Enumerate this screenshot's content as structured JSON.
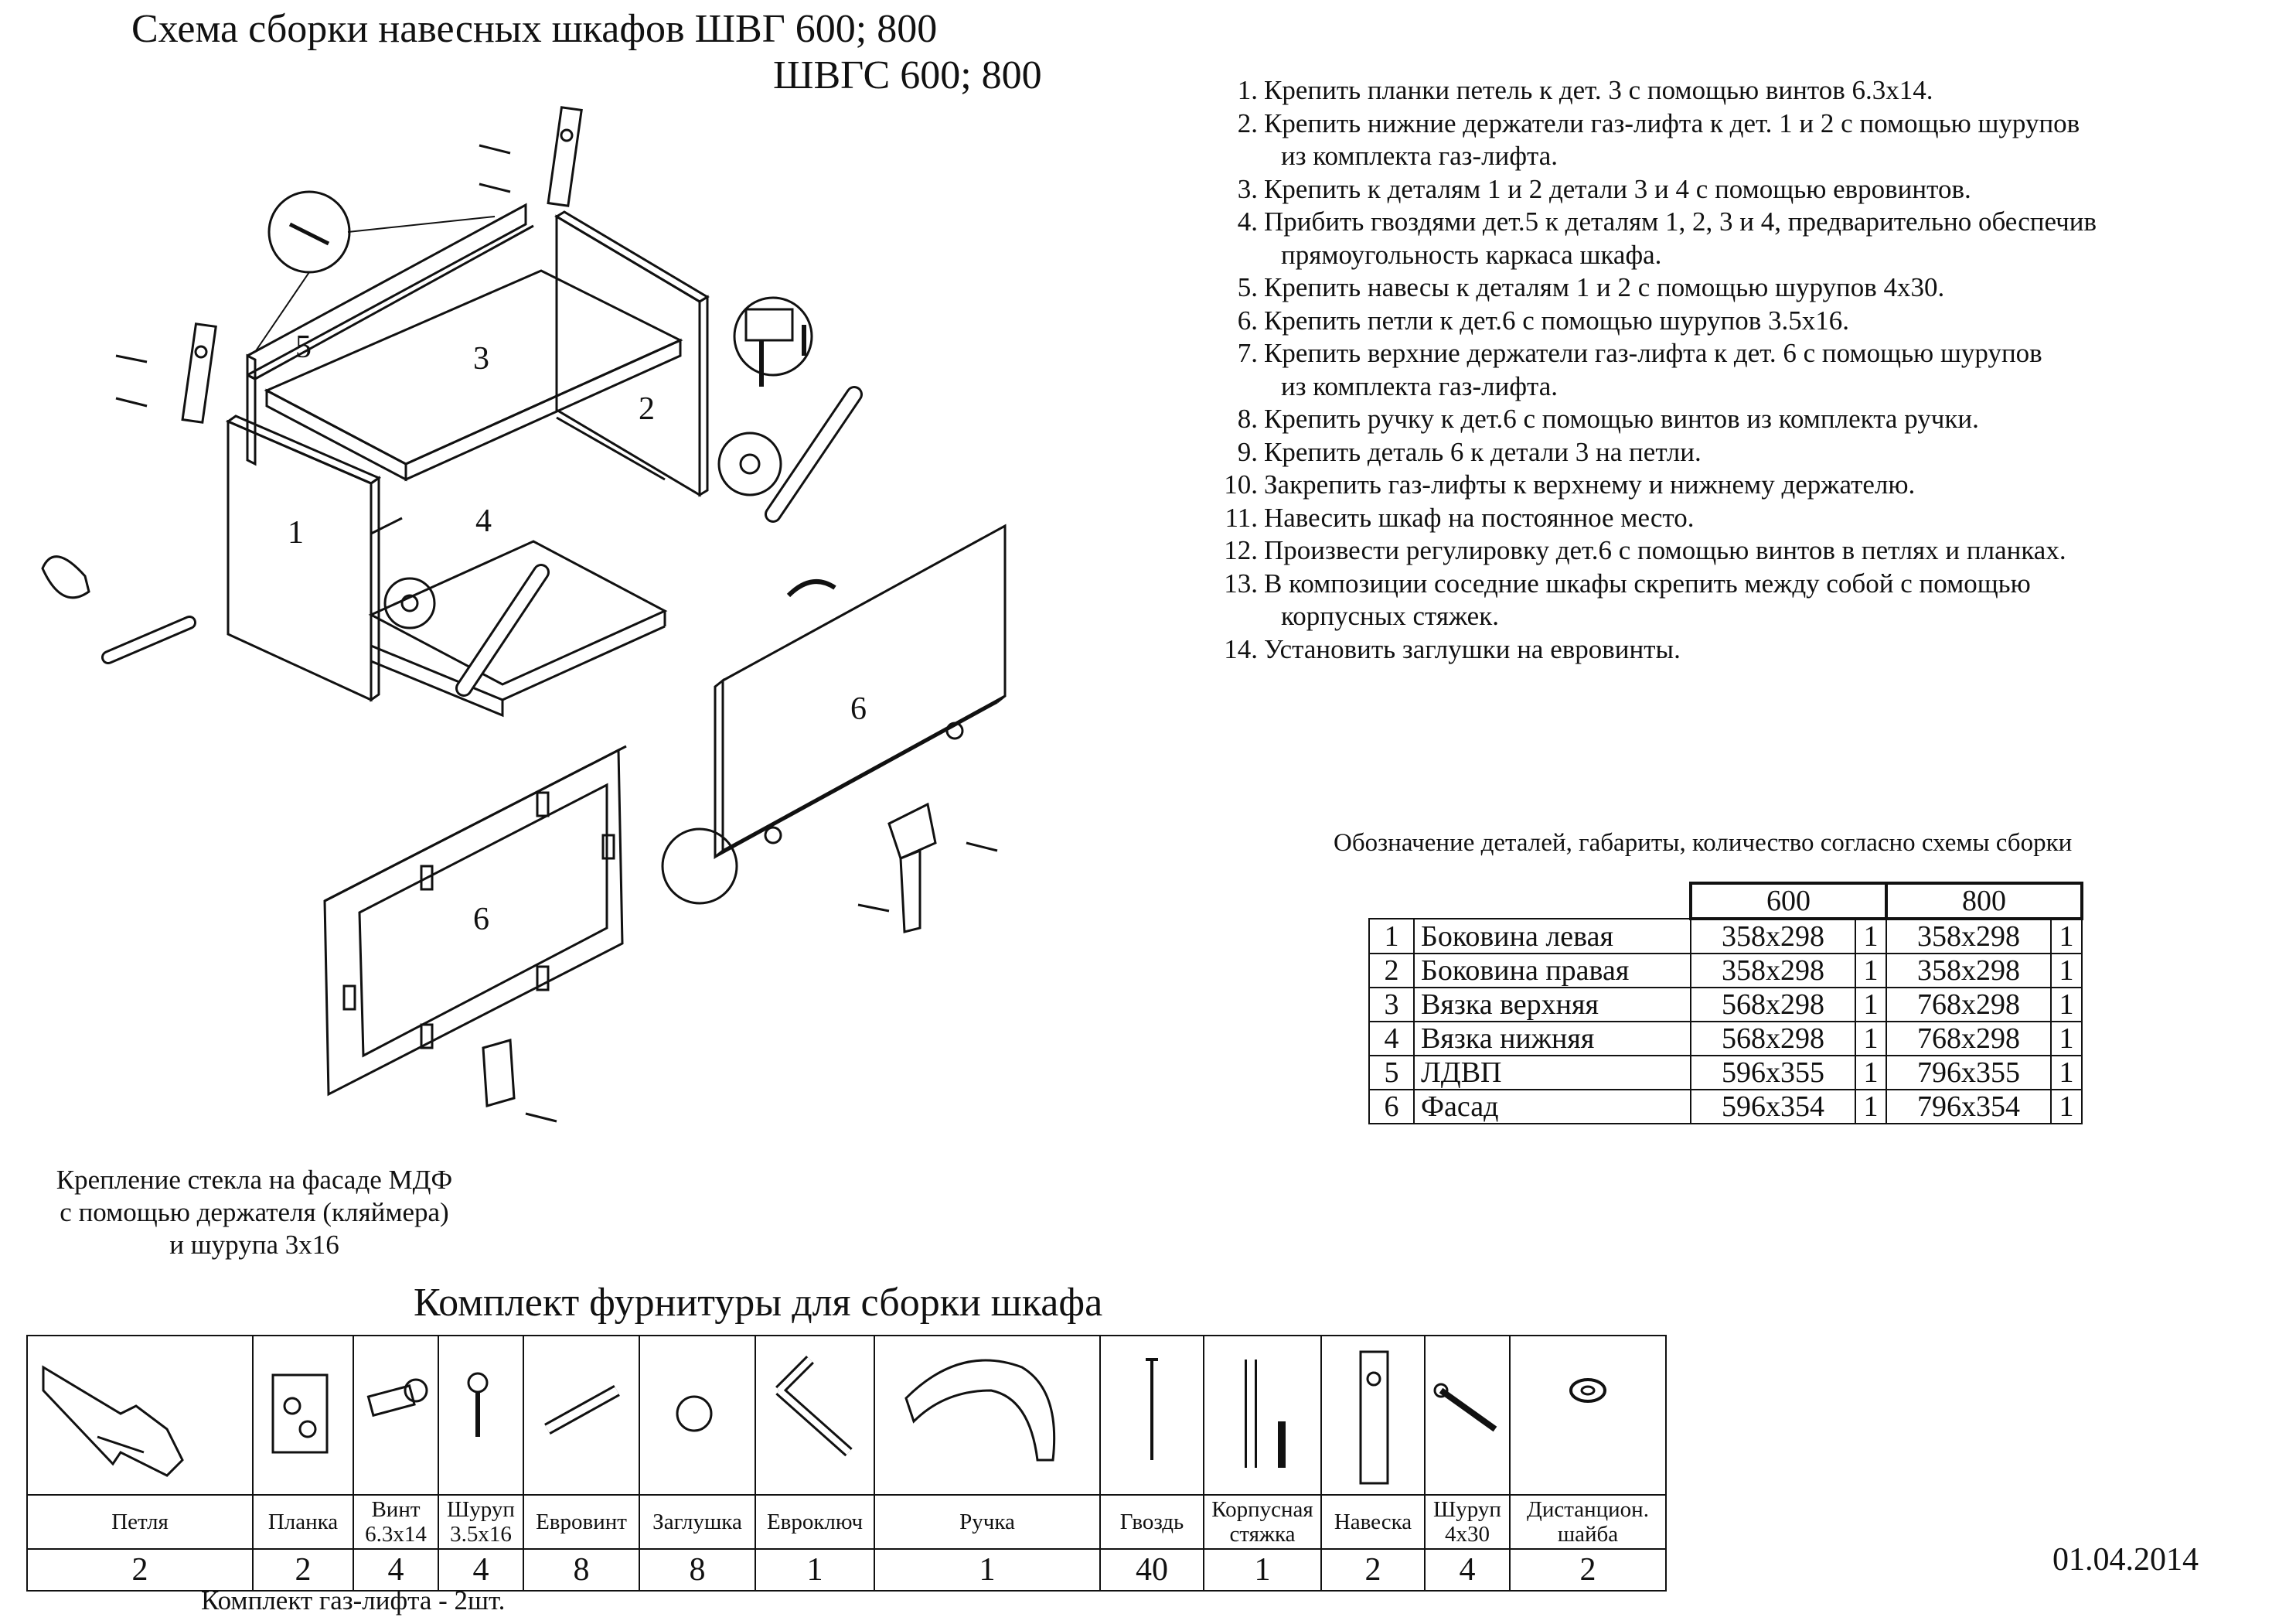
{
  "title": {
    "line1": "Схема сборки навесных шкафов ШВГ 600; 800",
    "line2": "ШВГС 600; 800"
  },
  "steps": [
    {
      "num": "1.",
      "text": "Крепить планки петель к дет. 3 с помощью винтов 6.3х14.",
      "cont": ""
    },
    {
      "num": "2.",
      "text": "Крепить нижние держатели газ-лифта к дет. 1 и 2 с помощью шурупов",
      "cont": "из комплекта газ-лифта."
    },
    {
      "num": "3.",
      "text": "Крепить к деталям 1 и 2 детали 3 и 4 с помощью евровинтов.",
      "cont": ""
    },
    {
      "num": "4.",
      "text": "Прибить гвоздями дет.5 к деталям 1, 2, 3 и 4, предварительно обеспечив",
      "cont": "прямоугольность каркаса шкафа."
    },
    {
      "num": "5.",
      "text": "Крепить навесы к деталям 1 и 2 с помощью шурупов 4х30.",
      "cont": ""
    },
    {
      "num": "6.",
      "text": "Крепить петли к дет.6 с помощью шурупов 3.5х16.",
      "cont": ""
    },
    {
      "num": "7.",
      "text": "Крепить верхние держатели газ-лифта к дет. 6 с помощью шурупов",
      "cont": "из комплекта газ-лифта."
    },
    {
      "num": "8.",
      "text": "Крепить ручку к дет.6 с помощью винтов из комплекта ручки.",
      "cont": ""
    },
    {
      "num": "9.",
      "text": "Крепить деталь 6 к детали 3 на петли.",
      "cont": ""
    },
    {
      "num": "10.",
      "text": "Закрепить газ-лифты к верхнему и нижнему держателю.",
      "cont": ""
    },
    {
      "num": "11.",
      "text": "Навесить шкаф на постоянное место.",
      "cont": ""
    },
    {
      "num": "12.",
      "text": "Произвести регулировку дет.6 с помощью винтов в петлях и планках.",
      "cont": ""
    },
    {
      "num": "13.",
      "text": "В композиции соседние шкафы скрепить между собой с помощью",
      "cont": "корпусных стяжек."
    },
    {
      "num": "14.",
      "text": "Установить заглушки на евровинты.",
      "cont": ""
    }
  ],
  "parts_table": {
    "caption": "Обозначение деталей, габариты, количество согласно схемы сборки",
    "sizes": [
      "600",
      "800"
    ],
    "rows": [
      {
        "n": "1",
        "name": "Боковина левая",
        "d600": "358x298",
        "q600": "1",
        "d800": "358x298",
        "q800": "1"
      },
      {
        "n": "2",
        "name": "Боковина правая",
        "d600": "358x298",
        "q600": "1",
        "d800": "358x298",
        "q800": "1"
      },
      {
        "n": "3",
        "name": "Вязка верхняя",
        "d600": "568x298",
        "q600": "1",
        "d800": "768x298",
        "q800": "1"
      },
      {
        "n": "4",
        "name": "Вязка нижняя",
        "d600": "568x298",
        "q600": "1",
        "d800": "768x298",
        "q800": "1"
      },
      {
        "n": "5",
        "name": "ЛДВП",
        "d600": "596x355",
        "q600": "1",
        "d800": "796x355",
        "q800": "1"
      },
      {
        "n": "6",
        "name": "Фасад",
        "d600": "596x354",
        "q600": "1",
        "d800": "796x354",
        "q800": "1"
      }
    ]
  },
  "diagram_labels": {
    "p1": "1",
    "p2": "2",
    "p3": "3",
    "p4": "4",
    "p5": "5",
    "p6a": "6",
    "p6b": "6"
  },
  "glass_caption": {
    "line1": "Крепление стекла на фасаде МДФ",
    "line2": "с помощью держателя (кляймера)",
    "line3": "и шурупа 3х16"
  },
  "kit": {
    "title": "Комплект фурнитуры для сборки шкафа",
    "items": [
      {
        "icon": "hinge-icon",
        "name": "Петля",
        "name2": "",
        "qty": "2"
      },
      {
        "icon": "mounting-plate-icon",
        "name": "Планка",
        "name2": "",
        "qty": "2"
      },
      {
        "icon": "bolt-icon",
        "name": "Винт",
        "name2": "6.3х14",
        "qty": "4"
      },
      {
        "icon": "screw-icon",
        "name": "Шуруп",
        "name2": "3.5х16",
        "qty": "4"
      },
      {
        "icon": "euroscrew-icon",
        "name": "Евровинт",
        "name2": "",
        "qty": "8"
      },
      {
        "icon": "cap-icon",
        "name": "Заглушка",
        "name2": "",
        "qty": "8"
      },
      {
        "icon": "hex-key-icon",
        "name": "Евроключ",
        "name2": "",
        "qty": "1"
      },
      {
        "icon": "handle-icon",
        "name": "Ручка",
        "name2": "",
        "qty": "1"
      },
      {
        "icon": "nail-icon",
        "name": "Гвоздь",
        "name2": "",
        "qty": "40"
      },
      {
        "icon": "connector-icon",
        "name": "Корпусная",
        "name2": "стяжка",
        "qty": "1"
      },
      {
        "icon": "hanger-icon",
        "name": "Навеска",
        "name2": "",
        "qty": "2"
      },
      {
        "icon": "long-screw-icon",
        "name": "Шуруп",
        "name2": "4х30",
        "qty": "4"
      },
      {
        "icon": "washer-icon",
        "name": "Дистанцион.",
        "name2": "шайба",
        "qty": "2"
      }
    ]
  },
  "gaslift_note": "Комплект газ-лифта - 2шт.",
  "date": "01.04.2014"
}
